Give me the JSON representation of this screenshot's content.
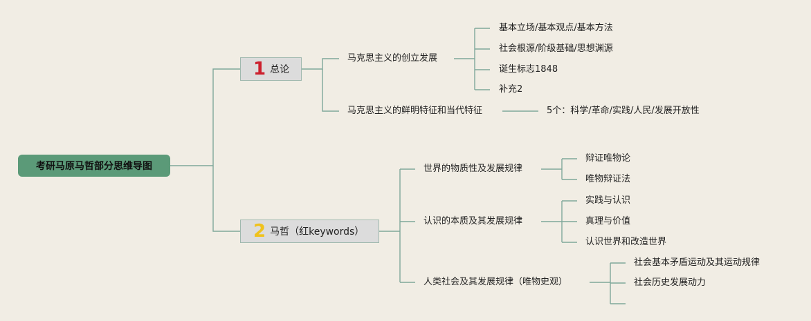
{
  "root": {
    "label": "考研马原马哲部分思维导图"
  },
  "colors": {
    "background": "#f1ede4",
    "root_fill": "#5b9a78",
    "branch_fill": "#dcdcdc",
    "connector": "#7fa89a",
    "num1": "#cc1f2d",
    "num2": "#f0c21c"
  },
  "branch1": {
    "number": "1",
    "label": "总论",
    "topic1": {
      "label": "马克思主义的创立发展",
      "leaves": [
        "基本立场/基本观点/基本方法",
        "社会根源/阶级基础/思想渊源",
        "诞生标志1848",
        "补充2"
      ]
    },
    "topic2": {
      "label": "马克思主义的鲜明特征和当代特征",
      "leaves": [
        "5个：科学/革命/实践/人民/发展开放性"
      ]
    }
  },
  "branch2": {
    "number": "2",
    "label": "马哲（红keywords）",
    "topic1": {
      "label": "世界的物质性及发展规律",
      "leaves": [
        "辩证唯物论",
        "唯物辩证法"
      ]
    },
    "topic2": {
      "label": "认识的本质及其发展规律",
      "leaves": [
        "实践与认识",
        "真理与价值",
        "认识世界和改造世界"
      ]
    },
    "topic3": {
      "label": "人类社会及其发展规律（唯物史观）",
      "leaves": [
        "社会基本矛盾运动及其运动规律",
        "社会历史发展动力",
        ""
      ]
    }
  }
}
